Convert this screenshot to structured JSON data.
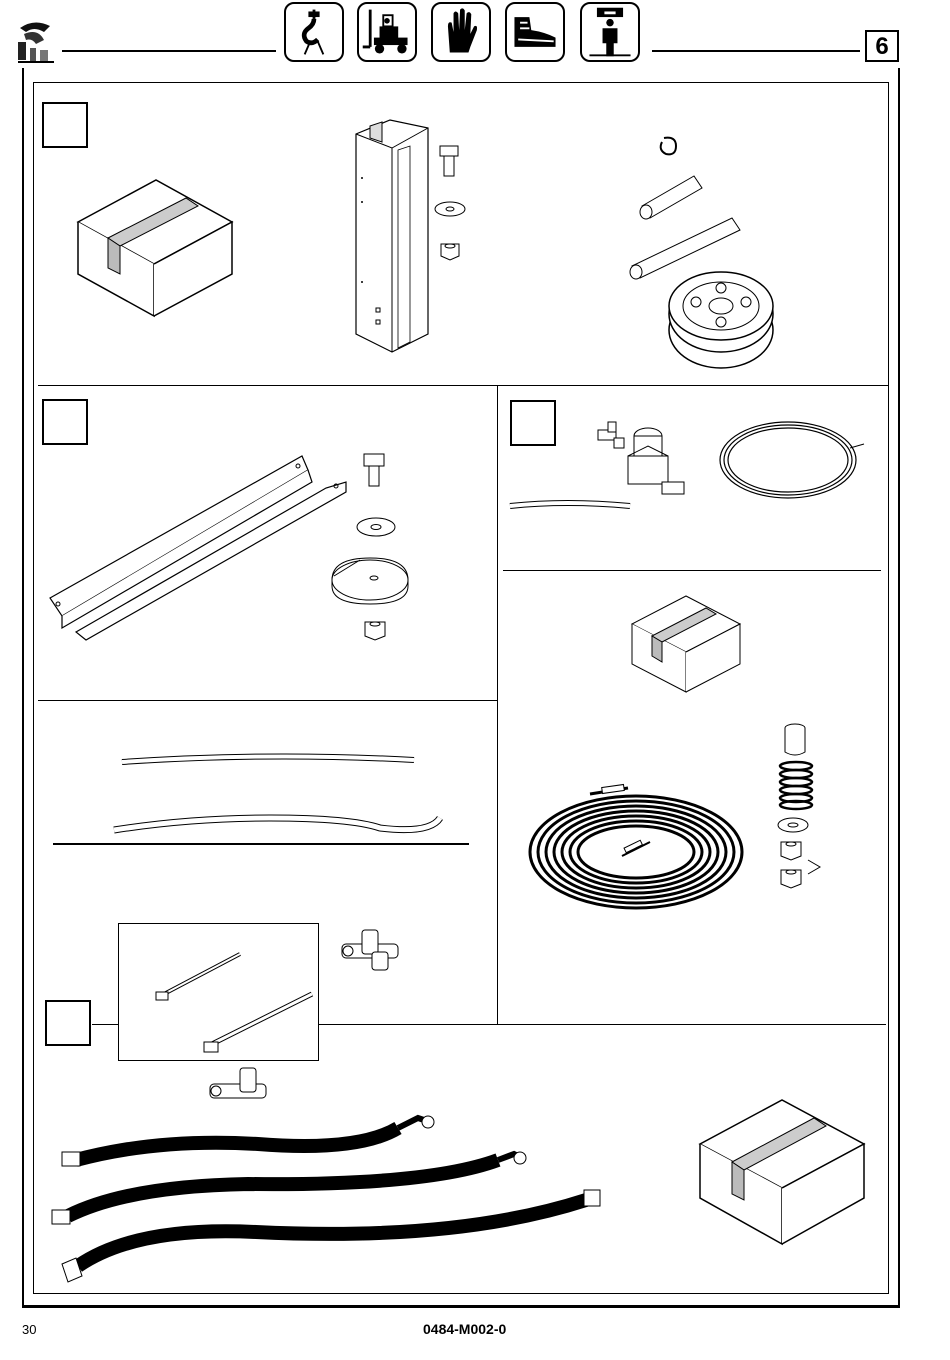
{
  "header": {
    "logo_icon": "lift-logo-icon",
    "safety_icons": [
      "crane-hook-icon",
      "forklift-icon",
      "protective-gloves-icon",
      "safety-shoes-icon",
      "worker-icon"
    ],
    "page_section": "6"
  },
  "footer": {
    "page_number": "30",
    "document_code": "0484-M002-0"
  }
}
